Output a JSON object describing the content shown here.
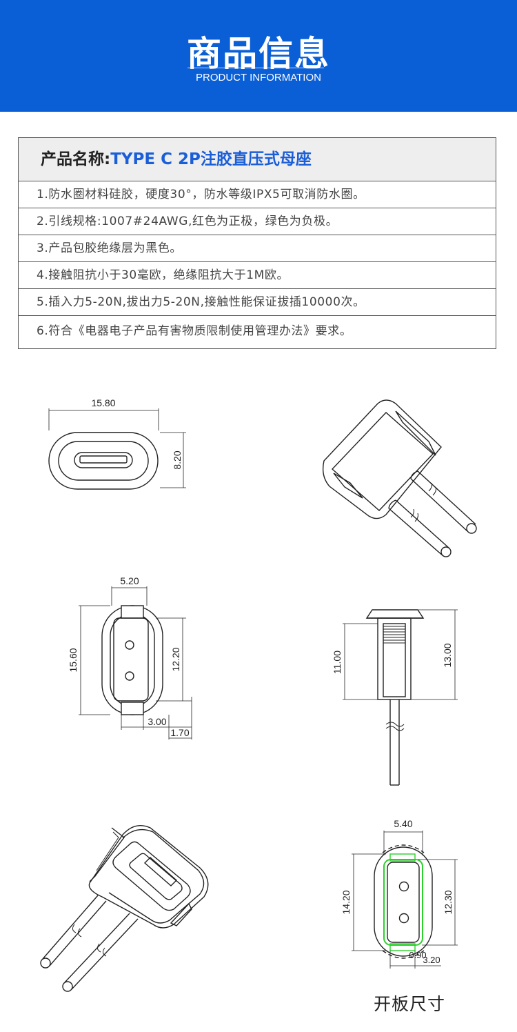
{
  "banner": {
    "title": "商品信息",
    "subtitle": "PRODUCT INFORMATION",
    "background_color": "#0a5fd6"
  },
  "info": {
    "heading_prefix": "产品名称:",
    "product_name": "TYPE C 2P注胶直压式母座",
    "product_name_color": "#1a5ed8",
    "rows": [
      "1.防水圈材料硅胶，硬度30°，防水等级IPX5可取消防水圈。",
      "2.引线规格:1007#24AWG,红色为正极，绿色为负极。",
      "3.产品包胶绝缘层为黑色。",
      "4.接触阻抗小于30毫欧，绝缘阻抗大于1M欧。",
      "5.插入力5-20N,拔出力5-20N,接触性能保证拔插10000次。",
      "6.符合《电器电子产品有害物质限制使用管理办法》要求。"
    ]
  },
  "drawings": {
    "front": {
      "width": "15.80",
      "height": "8.20"
    },
    "side": {
      "top": "5.20",
      "total_height": "15.60",
      "inner_height": "12.20",
      "bottom_a": "3.00",
      "bottom_b": "1.70"
    },
    "profile": {
      "left": "11.00",
      "right": "13.00"
    },
    "cutout": {
      "top": "5.40",
      "left": "14.20",
      "right": "12.30",
      "bottom_a": "0.90",
      "bottom_b": "3.20",
      "caption": "开板尺寸"
    }
  }
}
